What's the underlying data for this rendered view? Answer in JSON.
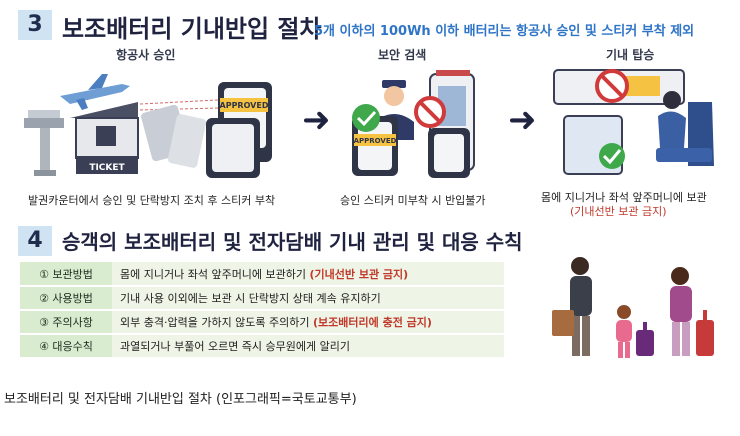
{
  "section3": {
    "number": "3",
    "title": "보조배터리 기내반입 절차",
    "subtitle": "5개 이하의 100Wh 이하 배터리는 항공사 승인 및 스티커 부착 제외"
  },
  "steps": [
    {
      "label": "항공사 승인",
      "caption": "발권카운터에서 승인 및 단락방지 조치 후 스티커 부착"
    },
    {
      "label": "보안 검색",
      "caption": "승인 스티커 미부착 시 반입불가"
    },
    {
      "label": "기내 탑승",
      "caption": "몸에 지니거나 좌석 앞주머니에 보관",
      "caption_note": "(기내선반 보관 금지)"
    }
  ],
  "illustration": {
    "ticket_text": "TICKET",
    "approved_text": "APPROVED"
  },
  "section4": {
    "number": "4",
    "title": "승객의 보조배터리 및 전자담배 기내 관리 및 대응 수칙"
  },
  "rules": [
    {
      "head": "① 보관방법",
      "text": "몸에 지니거나 좌석 앞주머니에 보관하기",
      "warning": "(기내선반 보관 금지)"
    },
    {
      "head": "② 사용방법",
      "text": "기내 사용 이외에는 보관 시 단락방지 상태 계속 유지하기",
      "warning": ""
    },
    {
      "head": "③ 주의사항",
      "text": "외부 충격·압력을 가하지 않도록 주의하기",
      "warning": "(보조배터리에 충전 금지)"
    },
    {
      "head": "④ 대응수칙",
      "text": "과열되거나 부풀어 오르면 즉시 승무원에게 알리기",
      "warning": ""
    }
  ],
  "footer": "보조배터리 및 전자담배 기내반입 절차 (인포그래픽=국토교통부)",
  "colors": {
    "badge": "#cfe3f3",
    "accent_blue": "#2e74c7",
    "warn_red": "#c0392b",
    "table_head": "#d9ecd0",
    "table_body": "#eef5e6"
  }
}
